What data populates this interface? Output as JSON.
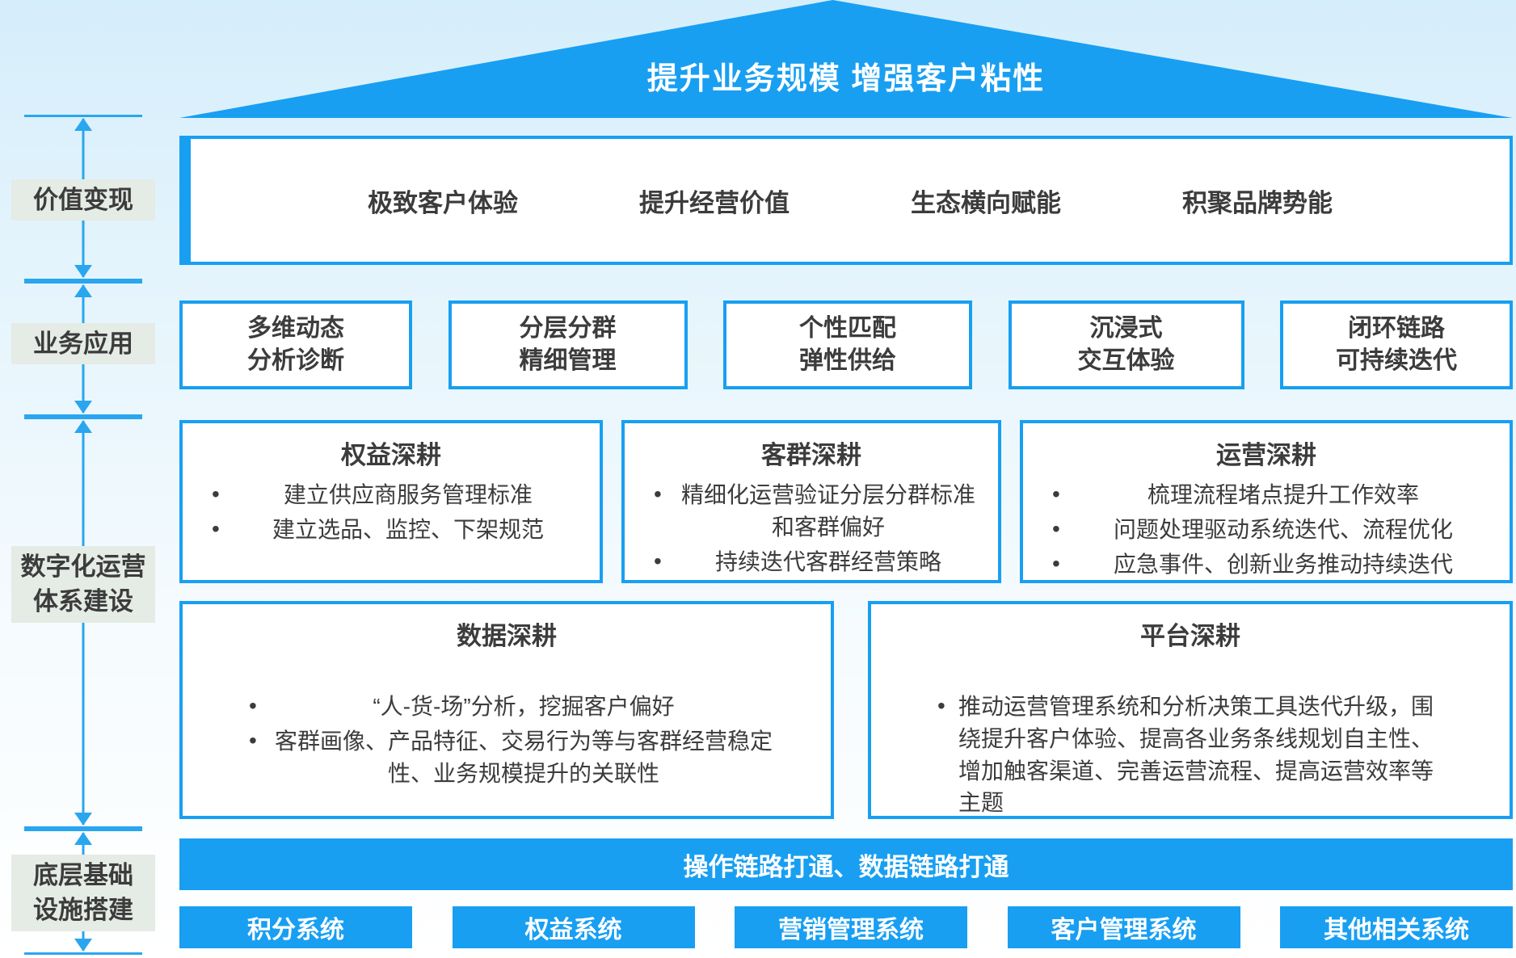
{
  "colors": {
    "primary_blue": "#189ff2",
    "arrow_blue": "#2aa6ef",
    "side_label_bg": "#e5ebe5",
    "text": "#3c3c3c",
    "background_top": "#d5eefb",
    "background_bottom": "#ffffff"
  },
  "roof": {
    "title": "提升业务规模 增强客户粘性"
  },
  "side": {
    "value": "价值变现",
    "application": "业务应用",
    "digital_line1": "数字化运营",
    "digital_line2": "体系建设",
    "foundation_line1": "底层基础",
    "foundation_line2": "设施搭建"
  },
  "value_row": {
    "items": [
      "极致客户体验",
      "提升经营价值",
      "生态横向赋能",
      "积聚品牌势能"
    ]
  },
  "application_row": {
    "items": [
      {
        "line1": "多维动态",
        "line2": "分析诊断"
      },
      {
        "line1": "分层分群",
        "line2": "精细管理"
      },
      {
        "line1": "个性匹配",
        "line2": "弹性供给"
      },
      {
        "line1": "沉浸式",
        "line2": "交互体验"
      },
      {
        "line1": "闭环链路",
        "line2": "可持续迭代"
      }
    ]
  },
  "deep_dive": {
    "rights": {
      "title": "权益深耕",
      "bullets": [
        "建立供应商服务管理标准",
        "建立选品、监控、下架规范"
      ]
    },
    "customers": {
      "title": "客群深耕",
      "bullets": [
        "精细化运营验证分层分群标准和客群偏好",
        "持续迭代客群经营策略"
      ]
    },
    "operations": {
      "title": "运营深耕",
      "bullets": [
        "梳理流程堵点提升工作效率",
        "问题处理驱动系统迭代、流程优化",
        "应急事件、创新业务推动持续迭代"
      ]
    },
    "data": {
      "title": "数据深耕",
      "bullets": [
        "“人-货-场”分析，挖掘客户偏好",
        "客群画像、产品特征、交易行为等与客群经营稳定性、业务规模提升的关联性"
      ]
    },
    "platform": {
      "title": "平台深耕",
      "bullets": [
        "推动运营管理系统和分析决策工具迭代升级，围绕提升客户体验、提高各业务条线规划自主性、增加触客渠道、完善运营流程、提高运营效率等主题"
      ]
    }
  },
  "foundation": {
    "bar": "操作链路打通、数据链路打通",
    "systems": [
      "积分系统",
      "权益系统",
      "营销管理系统",
      "客户管理系统",
      "其他相关系统"
    ]
  }
}
